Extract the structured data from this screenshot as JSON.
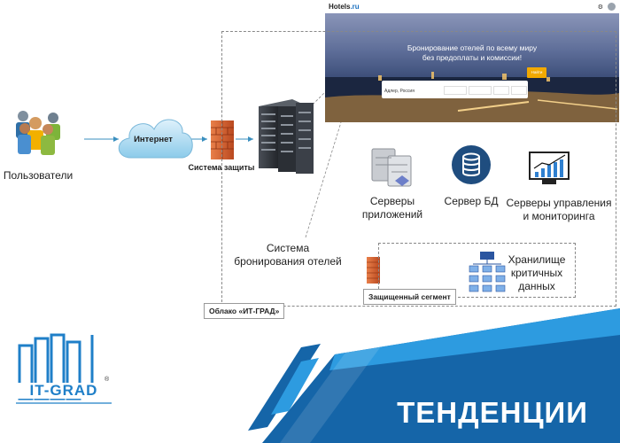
{
  "nodes": {
    "users": "Пользователи",
    "internet": "Интернет",
    "firewall": "Система защиты",
    "booking_system": "Система бронирования отелей",
    "app_servers": "Серверы приложений",
    "db_server": "Сервер БД",
    "mgmt_servers": "Серверы управления и мониторинга",
    "secure_segment": "Защищенный сегмент",
    "critical_storage": "Хранилище критичных данных",
    "cloud": "Облако «ИТ-ГРАД»"
  },
  "website": {
    "logo_main": "Hotels",
    "logo_suffix": ".ru",
    "headline_line1": "Бронирование отелей по всему миру",
    "headline_line2": "без предоплаты и комиссии!",
    "city_value": "Адлер, Россия",
    "search_button": "Найти"
  },
  "branding": {
    "company": "IT-GRAD",
    "banner": "ТЕНДЕНЦИИ"
  },
  "colors": {
    "band_dark": "#1565a8",
    "band_light": "#2d9be0",
    "firewall": "#e06a3a",
    "db_icon": "#1f4d7f"
  }
}
